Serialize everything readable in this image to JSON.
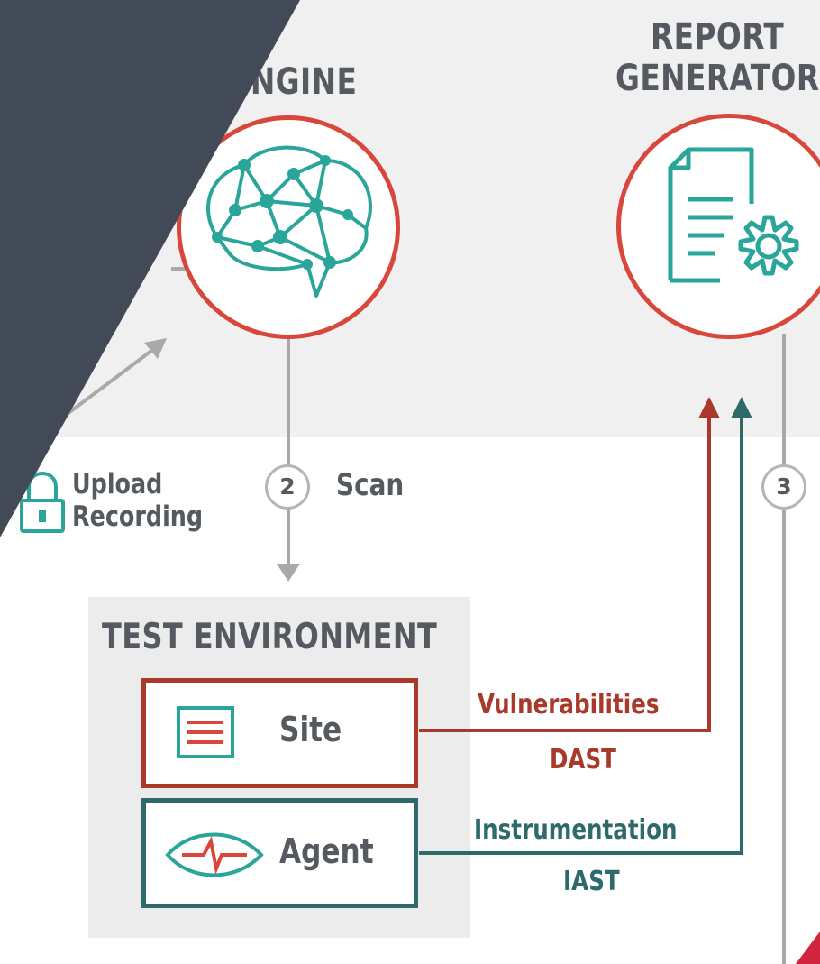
{
  "engine": {
    "title": "ENGINE"
  },
  "report_generator": {
    "title_line1": "REPORT",
    "title_line2": "GENERATOR"
  },
  "upload": {
    "line1": "Upload",
    "line2": "Recording"
  },
  "step2": {
    "number": "2",
    "label": "Scan"
  },
  "step3": {
    "number": "3"
  },
  "test_environment": {
    "title": "TEST ENVIRONMENT",
    "site_label": "Site",
    "agent_label": "Agent"
  },
  "links": {
    "vuln_label": "Vulnerabilities",
    "dast_label": "DAST",
    "instr_label": "Instrumentation",
    "iast_label": "IAST"
  },
  "colors": {
    "red": "#a8392b",
    "teal": "#2f6a6a",
    "circle_border": "#d9473c",
    "icon_teal": "#2aa59a",
    "dark_panel": "#434a57"
  },
  "icons": [
    "brain-network-icon",
    "report-gear-icon",
    "lock-icon",
    "site-lines-icon",
    "eye-pulse-icon"
  ]
}
